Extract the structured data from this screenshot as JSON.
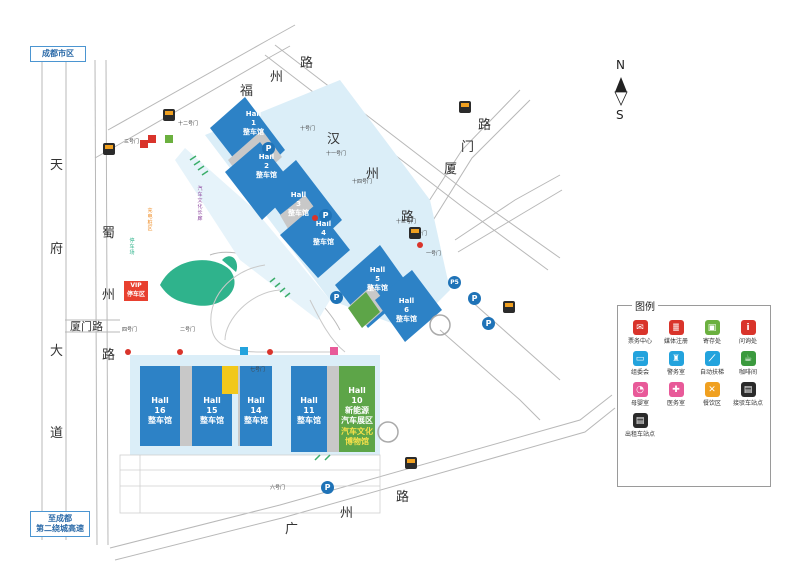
{
  "district_label": "成都市区",
  "highway_label": "至成都\n第二绕城高速",
  "compass": {
    "north": "N",
    "south": "S"
  },
  "roads": {
    "fuzhou": [
      "福",
      "州",
      "路"
    ],
    "hanzhou": [
      "汉",
      "州",
      "路"
    ],
    "xiamen_ne": [
      "厦",
      "门",
      "路"
    ],
    "tianfu": [
      "天",
      "府",
      "大",
      "道"
    ],
    "shuzhou": [
      "蜀",
      "州"
    ],
    "xiamen_w": "厦门路",
    "guangzhou": [
      "广",
      "州",
      "路"
    ]
  },
  "halls": [
    {
      "id": "1",
      "text": "Hall\n1\n整车馆"
    },
    {
      "id": "2",
      "text": "Hall\n2\n整车馆"
    },
    {
      "id": "3",
      "text": "Hall\n3\n整车馆"
    },
    {
      "id": "4",
      "text": "Hall\n4\n整车馆"
    },
    {
      "id": "5",
      "text": "Hall\n5\n整车馆"
    },
    {
      "id": "6",
      "text": "Hall\n6\n整车馆"
    },
    {
      "id": "16",
      "text": "Hall\n16\n整车馆"
    },
    {
      "id": "15",
      "text": "Hall\n15\n整车馆"
    },
    {
      "id": "14",
      "text": "Hall\n14\n整车馆"
    },
    {
      "id": "11",
      "text": "Hall\n11\n整车馆"
    },
    {
      "id": "10",
      "text": "Hall\n10\n新能源\n汽车展区"
    }
  ],
  "museum": "汽车文化\n博物馆",
  "vip": "VIP\n停车区",
  "gates": [
    "十二号门",
    "十号门",
    "十一号门",
    "十四号门",
    "十三号门",
    "二号门",
    "四号门",
    "三号门",
    "六号门",
    "七号门",
    "一号门",
    "十号门"
  ],
  "parking_letter": "P",
  "parking_p5": "P5",
  "legend": {
    "title": "图例",
    "items": [
      {
        "label": "票务中心",
        "icon": "ticket-icon",
        "color": "#d9342b",
        "glyph": "✉"
      },
      {
        "label": "媒体注册",
        "icon": "media-icon",
        "color": "#d9342b",
        "glyph": "≣"
      },
      {
        "label": "寄存处",
        "icon": "luggage-icon",
        "color": "#6bb03f",
        "glyph": "▣"
      },
      {
        "label": "问询处",
        "icon": "info-icon",
        "color": "#d9342b",
        "glyph": "i"
      },
      {
        "label": "组委会",
        "icon": "committee-icon",
        "color": "#23a3dd",
        "glyph": "▭"
      },
      {
        "label": "警务室",
        "icon": "police-icon",
        "color": "#23a3dd",
        "glyph": "♜"
      },
      {
        "label": "自动扶梯",
        "icon": "escalator-icon",
        "color": "#23a3dd",
        "glyph": "⟋"
      },
      {
        "label": "咖啡间",
        "icon": "coffee-icon",
        "color": "#3b9a3e",
        "glyph": "☕"
      },
      {
        "label": "母婴室",
        "icon": "baby-icon",
        "color": "#e85a99",
        "glyph": "◔"
      },
      {
        "label": "医务室",
        "icon": "medical-icon",
        "color": "#e85a99",
        "glyph": "✚"
      },
      {
        "label": "餐饮区",
        "icon": "dining-icon",
        "color": "#f0a020",
        "glyph": "✕"
      },
      {
        "label": "接驳车站点",
        "icon": "shuttle-icon",
        "color": "#2b2b2b",
        "glyph": "▤"
      },
      {
        "label": "出租车站点",
        "icon": "taxi-icon",
        "color": "#2b2b2b",
        "glyph": "▤"
      }
    ]
  },
  "colors": {
    "hall": "#2d82c6",
    "hall_green": "#5da548",
    "hall_yellow": "#f2c81a",
    "gray": "#c8c8c8",
    "light_blue": "#d7ebf5",
    "road_line": "#b8b8b8",
    "teal": "#2fb38c",
    "purple": "#8e4aa0",
    "orange": "#ef8a21",
    "red": "#e8402f"
  }
}
